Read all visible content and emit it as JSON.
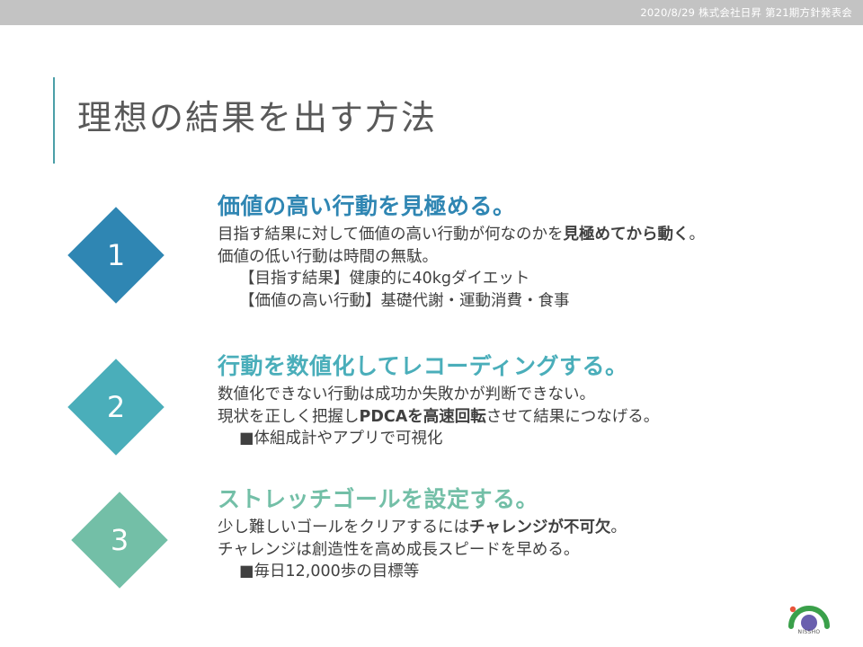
{
  "header": {
    "meta": "2020/8/29  株式会社日昇  第21期方針発表会"
  },
  "title": "理想の結果を出す方法",
  "colors": {
    "accent": "#4b9fa8",
    "section1": "#2f86b3",
    "section2": "#4aaeba",
    "section3": "#73bfa7",
    "topbar": "#c3c3c3"
  },
  "sections": [
    {
      "number": "1",
      "heading": "価値の高い行動を見極める。",
      "line1": {
        "pre": "目指す結果に対して価値の高い行動が何なのかを",
        "bold": "見極めてから動く",
        "post": "。"
      },
      "line2": "価値の低い行動は時間の無駄。",
      "line3": "【目指す結果】健康的に40kgダイエット",
      "line4": "【価値の高い行動】基礎代謝・運動消費・食事"
    },
    {
      "number": "2",
      "heading": "行動を数値化してレコーディングする。",
      "line1": "数値化できない行動は成功か失敗かが判断できない。",
      "line2": {
        "pre": "現状を正しく把握し",
        "bold": "PDCAを高速回転",
        "post": "させて結果につなげる。"
      },
      "line3": "■体組成計やアプリで可視化"
    },
    {
      "number": "3",
      "heading": "ストレッチゴールを設定する。",
      "line1": {
        "pre": "少し難しいゴールをクリアするには",
        "bold": "チャレンジが不可欠",
        "post": "。"
      },
      "line2": "チャレンジは創造性を高め成長スピードを早める。",
      "line3": "■毎日12,000歩の目標等"
    }
  ],
  "logo": {
    "text": "NISSHO"
  }
}
